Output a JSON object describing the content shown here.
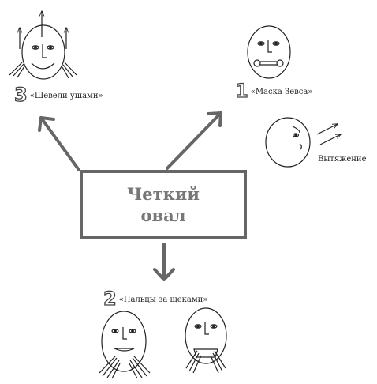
{
  "center": {
    "line1": "Четкий",
    "line2": "овал"
  },
  "exercises": [
    {
      "number": "3",
      "title": "«Шевели ушами»"
    },
    {
      "number": "1",
      "title": "«Маска Зевса»"
    },
    {
      "number": "2",
      "title": "«Пальцы за щеками»"
    }
  ],
  "side_label": "Вытяжение",
  "colors": {
    "arrow": "#666666",
    "line": "#222222",
    "box_border": "#666666",
    "box_text": "#777777"
  }
}
